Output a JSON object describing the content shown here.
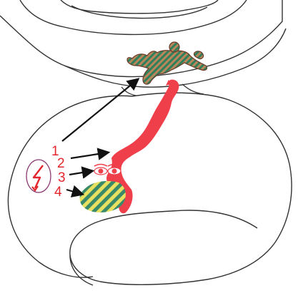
{
  "diagram": {
    "markers": [
      {
        "id": "1",
        "label": "1",
        "target": "figure-in-upper-lobe"
      },
      {
        "id": "2",
        "label": "2",
        "target": "red-brain-structure"
      },
      {
        "id": "3",
        "label": "3",
        "target": "eyes-region"
      },
      {
        "id": "4",
        "label": "4",
        "target": "striped-hatched-region"
      }
    ],
    "stimulus_icon": "lightning-bolt-icon",
    "colors": {
      "outline": "#333333",
      "red": "#ef3f4a",
      "label_red": "#e3262d",
      "stripe_green": "#3a8a6a",
      "stripe_yellow": "#e8e060",
      "figure_fill": "#b8865a",
      "figure_stripe": "#2f7f5a",
      "circle_outline": "#8a3a70",
      "arrow": "#111111"
    }
  }
}
